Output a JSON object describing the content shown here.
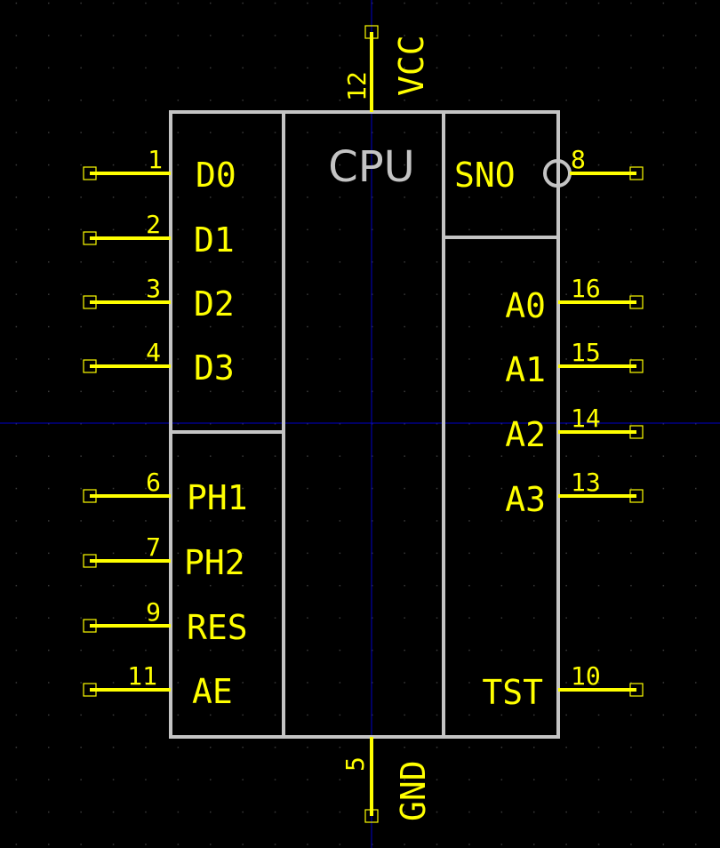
{
  "schematic": {
    "part_name": "CPU",
    "pins_left": [
      {
        "num": "1",
        "name": "D0"
      },
      {
        "num": "2",
        "name": "D1"
      },
      {
        "num": "3",
        "name": "D2"
      },
      {
        "num": "4",
        "name": "D3"
      },
      {
        "num": "6",
        "name": "PH1"
      },
      {
        "num": "7",
        "name": "PH2"
      },
      {
        "num": "9",
        "name": "RES"
      },
      {
        "num": "11",
        "name": "AE"
      }
    ],
    "pins_right": [
      {
        "num": "8",
        "name": "SNO",
        "inverted": true
      },
      {
        "num": "16",
        "name": "A0"
      },
      {
        "num": "15",
        "name": "A1"
      },
      {
        "num": "14",
        "name": "A2"
      },
      {
        "num": "13",
        "name": "A3"
      },
      {
        "num": "10",
        "name": "TST"
      }
    ],
    "pin_top": {
      "num": "12",
      "name": "VCC"
    },
    "pin_bottom": {
      "num": "5",
      "name": "GND"
    }
  },
  "colors": {
    "background": "#000000",
    "pin": "#ffff00",
    "body": "#c4c4c4",
    "axis": "#0000c8"
  }
}
